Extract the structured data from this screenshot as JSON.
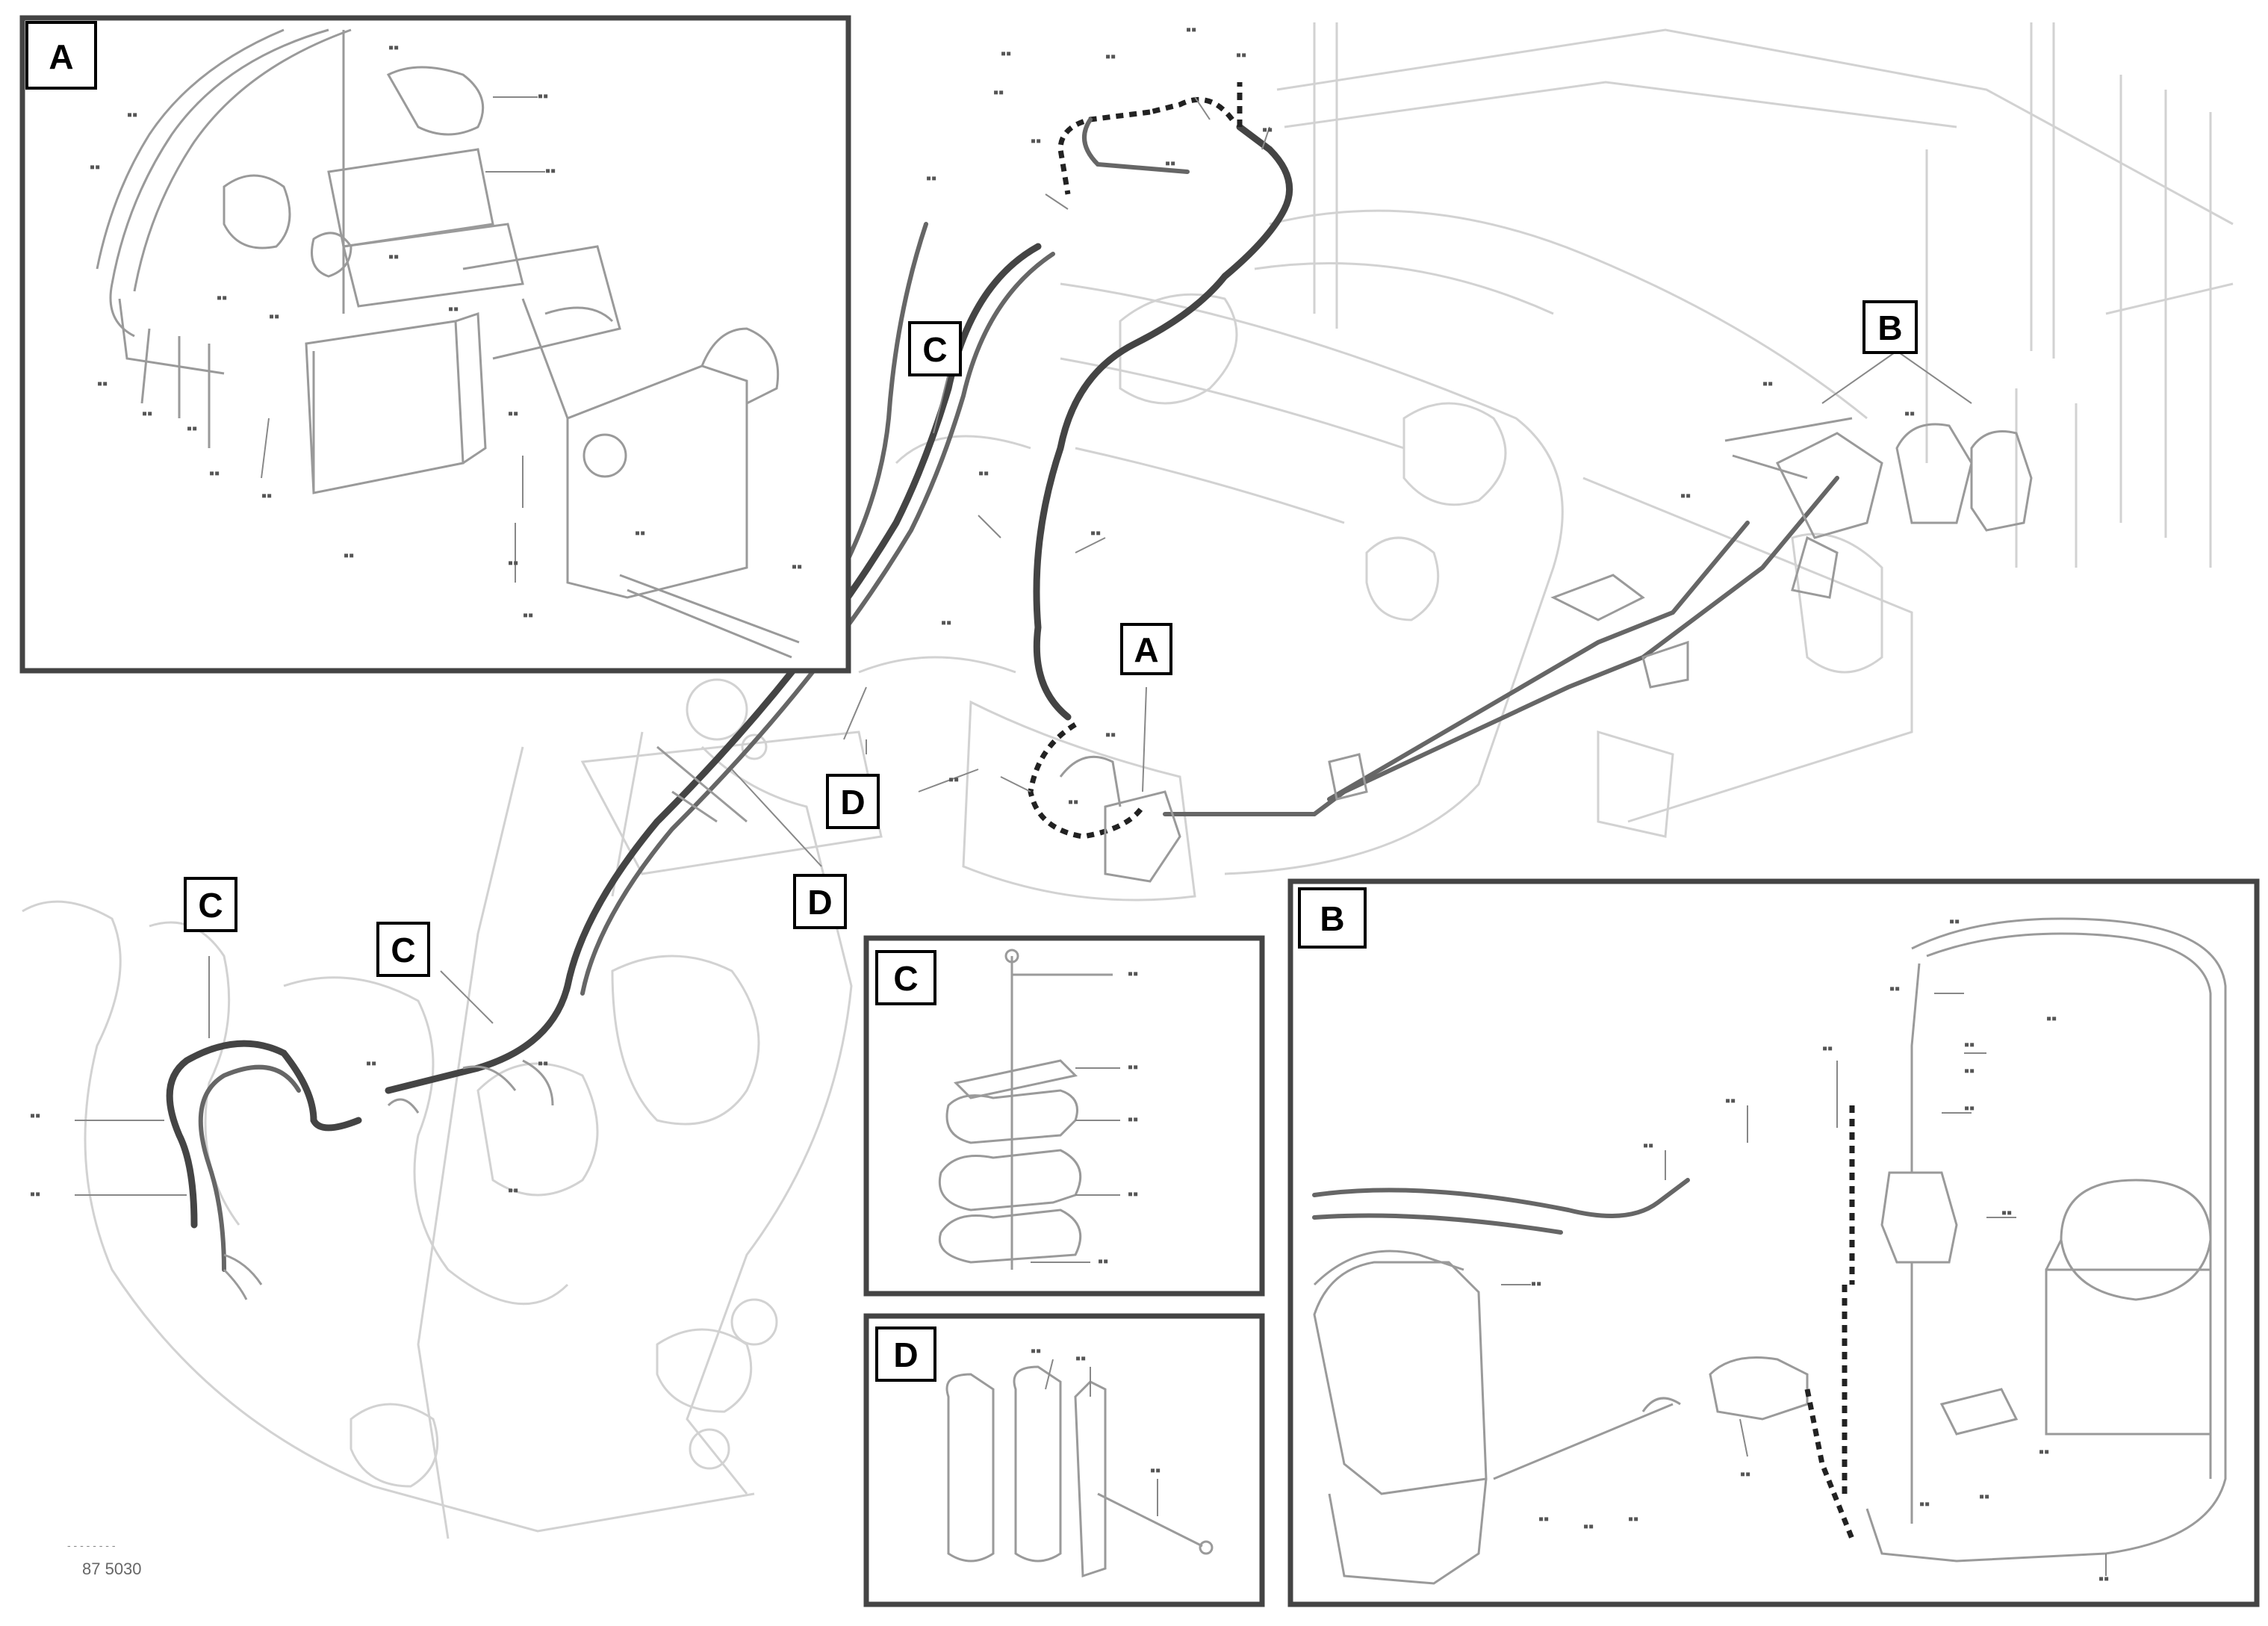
{
  "diagram": {
    "view_tags": {
      "main_c_top": "C",
      "main_b": "B",
      "main_a": "A",
      "main_d_left": "D",
      "main_d_right": "D",
      "main_c_left": "C",
      "main_c_mid": "C"
    },
    "insets": {
      "A": {
        "tag": "A"
      },
      "B": {
        "tag": "B"
      },
      "C": {
        "tag": "C"
      },
      "D": {
        "tag": "D"
      }
    },
    "footer": {
      "reference_code": "87 5030",
      "small_caption": "- - - - - - - -"
    }
  }
}
